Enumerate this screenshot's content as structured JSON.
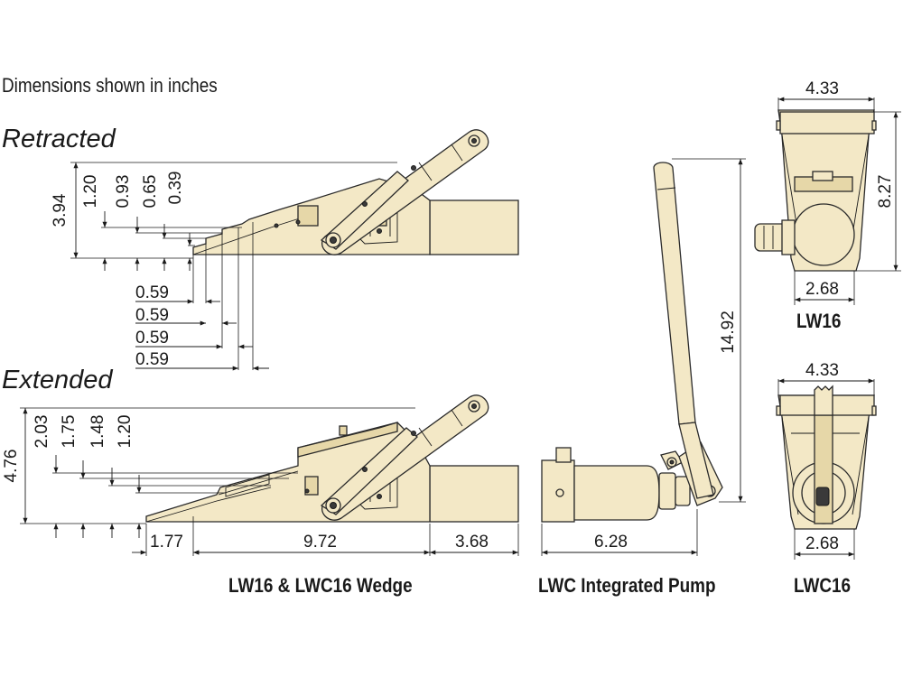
{
  "header": {
    "title": "Dimensions shown in inches"
  },
  "states": {
    "retracted": "Retracted",
    "extended": "Extended"
  },
  "captions": {
    "wedge": "LW16 & LWC16 Wedge",
    "pump": "LWC Integrated Pump",
    "lw16": "LW16",
    "lwc16": "LWC16"
  },
  "dimensions": {
    "retracted_heights": [
      "3.94",
      "1.20",
      "0.93",
      "0.65",
      "0.39"
    ],
    "retracted_steps": [
      "0.59",
      "0.59",
      "0.59",
      "0.59"
    ],
    "extended_heights": [
      "4.76",
      "2.03",
      "1.75",
      "1.48",
      "1.20"
    ],
    "wedge_lengths": [
      "1.77",
      "9.72",
      "3.68"
    ],
    "pump_length": "6.28",
    "pump_height": "14.92",
    "lw16_width": "4.33",
    "lw16_height": "8.27",
    "lw16_base": "2.68",
    "lwc16_width": "4.33",
    "lwc16_base": "2.68"
  },
  "colors": {
    "body": "#f3e8c6",
    "outline": "#2a2a2a",
    "text": "#1a1a1a"
  }
}
